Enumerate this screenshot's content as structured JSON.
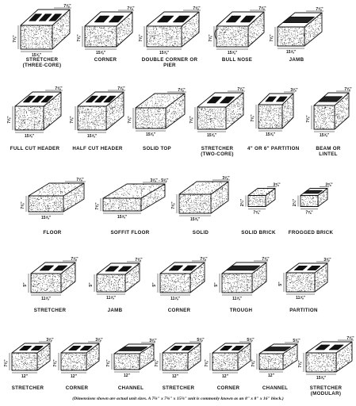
{
  "colors": {
    "ink": "#111111",
    "paper": "#ffffff"
  },
  "rows": [
    {
      "name": "row-1",
      "items": [
        {
          "id": "stretcher-three-core",
          "label": "STRETCHER",
          "sublabel": "(THREE-CORE)",
          "dims": [
            "7⅝\"",
            "15⅝\"",
            "7⅝\""
          ]
        },
        {
          "id": "corner",
          "label": "CORNER",
          "sublabel": "",
          "dims": [
            "7⅝\"",
            "15⅝\"",
            "7⅝\""
          ]
        },
        {
          "id": "double-corner-or-pier",
          "label": "DOUBLE CORNER OR",
          "sublabel": "PIER",
          "dims": [
            "7⅝\"",
            "15⅝\"",
            "7⅝\""
          ]
        },
        {
          "id": "bull-nose",
          "label": "BULL NOSE",
          "sublabel": "",
          "dims": [
            "7⅝\"",
            "15⅝\"",
            "7⅝\""
          ]
        },
        {
          "id": "jamb",
          "label": "JAMB",
          "sublabel": "",
          "dims": [
            "7⅝\"",
            "15⅝\"",
            "7⅝\""
          ]
        }
      ]
    },
    {
      "name": "row-2",
      "items": [
        {
          "id": "full-cut-header",
          "label": "FULL CUT HEADER",
          "sublabel": "",
          "dims": [
            "7⅝\"",
            "15⅝\"",
            "7⅝\""
          ]
        },
        {
          "id": "half-cut-header",
          "label": "HALF CUT HEADER",
          "sublabel": "",
          "dims": [
            "7⅝\"",
            "15⅝\"",
            "7⅝\""
          ]
        },
        {
          "id": "solid-top",
          "label": "SOLID TOP",
          "sublabel": "",
          "dims": [
            "7⅝\"",
            "15⅝\"",
            "7⅝\""
          ]
        },
        {
          "id": "stretcher-two-core",
          "label": "STRETCHER",
          "sublabel": "(TWO-CORE)",
          "dims": [
            "7⅝\"",
            "15⅝\"",
            "7⅝\""
          ]
        },
        {
          "id": "partition",
          "label": "4\" OR 6\" PARTITION",
          "sublabel": "",
          "dims": [
            "7⅝\"",
            "15⅝\"",
            "3⅝\""
          ]
        },
        {
          "id": "beam-or-lintel",
          "label": "BEAM OR",
          "sublabel": "LINTEL",
          "dims": [
            "7⅝\"",
            "15⅝\"",
            "7⅝\""
          ]
        }
      ]
    },
    {
      "name": "row-3",
      "items": [
        {
          "id": "floor",
          "label": "FLOOR",
          "sublabel": "",
          "dims": [
            "7⅝\"",
            "15⅝\"",
            "7⅝\""
          ]
        },
        {
          "id": "soffit-floor",
          "label": "SOFFIT FLOOR",
          "sublabel": "",
          "dims": [
            "7⅝\"",
            "15⅝\"",
            "3⅝\" - 5⅝\""
          ]
        },
        {
          "id": "solid",
          "label": "SOLID",
          "sublabel": "",
          "dims": [
            "7⅝\"",
            "15⅝\"",
            "3⅝\""
          ]
        },
        {
          "id": "solid-brick",
          "label": "SOLID BRICK",
          "sublabel": "",
          "dims": [
            "2¼\"",
            "7⅝\"",
            "3⅝\""
          ]
        },
        {
          "id": "frogged-brick",
          "label": "FROGGED BRICK",
          "sublabel": "",
          "dims": [
            "2¼\"",
            "7⅝\"",
            "3⅝\""
          ]
        }
      ]
    },
    {
      "name": "row-4",
      "items": [
        {
          "id": "stretcher-4",
          "label": "STRETCHER",
          "sublabel": "",
          "dims": [
            "5\"",
            "11⅝\"",
            "7⅝\""
          ]
        },
        {
          "id": "jamb-4",
          "label": "JAMB",
          "sublabel": "",
          "dims": [
            "5\"",
            "11⅝\"",
            "7⅝\""
          ]
        },
        {
          "id": "corner-4",
          "label": "CORNER",
          "sublabel": "",
          "dims": [
            "5\"",
            "11⅝\"",
            "7⅝\""
          ]
        },
        {
          "id": "trough",
          "label": "TROUGH",
          "sublabel": "",
          "dims": [
            "5\"",
            "11⅝\"",
            "7⅝\""
          ]
        },
        {
          "id": "partition-4",
          "label": "PARTITION",
          "sublabel": "",
          "dims": [
            "5\"",
            "11⅝\"",
            "3⅝\""
          ]
        }
      ]
    },
    {
      "name": "row-5",
      "items": [
        {
          "id": "stretcher-5",
          "label": "STRETCHER",
          "sublabel": "",
          "dims": [
            "7⅝\"",
            "12\"",
            "3⅝\""
          ]
        },
        {
          "id": "corner-5",
          "label": "CORNER",
          "sublabel": "",
          "dims": [
            "7⅝\"",
            "12\"",
            "3⅝\""
          ]
        },
        {
          "id": "channel-5",
          "label": "CHANNEL",
          "sublabel": "",
          "dims": [
            "7⅝\"",
            "12\"",
            "3⅝\""
          ]
        },
        {
          "id": "stretcher-5b",
          "label": "STRETCHER",
          "sublabel": "",
          "dims": [
            "7⅝\"",
            "12\"",
            "5⅝\""
          ]
        },
        {
          "id": "corner-5b",
          "label": "CORNER",
          "sublabel": "",
          "dims": [
            "7⅝\"",
            "12\"",
            "5⅝\""
          ]
        },
        {
          "id": "channel-5b",
          "label": "CHANNEL",
          "sublabel": "",
          "dims": [
            "7⅝\"",
            "12\"",
            "5⅝\""
          ]
        },
        {
          "id": "stretcher-modular",
          "label": "STRETCHER",
          "sublabel": "(MODULAR)",
          "dims": [
            "7⅝\"",
            "15⅝\"",
            "7⅝\""
          ]
        }
      ]
    }
  ],
  "footnote": "(Dimensions shown are actual unit sizes.  A 7⅝\" x 7⅝\" x 15⅝\" unit is commonly known as an 8\" x 8\" x 16\" block.)"
}
